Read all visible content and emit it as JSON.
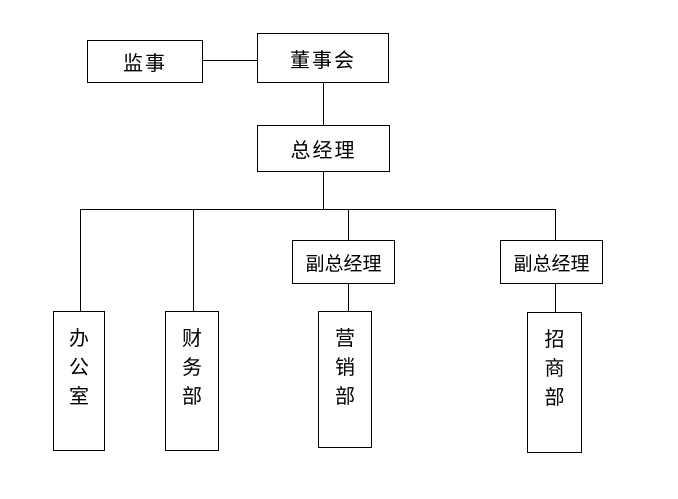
{
  "diagram": {
    "type": "org-chart",
    "colors": {
      "line": "#000000",
      "background": "#ffffff",
      "text": "#000000"
    },
    "nodes": {
      "supervisor": {
        "label": "监事"
      },
      "board": {
        "label": "董事会"
      },
      "general_manager": {
        "label": "总经理"
      },
      "deputy_gm_1": {
        "label": "副总经理"
      },
      "deputy_gm_2": {
        "label": "副总经理"
      },
      "office": {
        "label": "办公室"
      },
      "finance": {
        "label": "财务部"
      },
      "marketing": {
        "label": "营销部"
      },
      "investment": {
        "label": "招商部"
      }
    },
    "edges": [
      {
        "from": "supervisor",
        "to": "board"
      },
      {
        "from": "board",
        "to": "general_manager"
      },
      {
        "from": "general_manager",
        "to": "office"
      },
      {
        "from": "general_manager",
        "to": "finance"
      },
      {
        "from": "general_manager",
        "to": "deputy_gm_1"
      },
      {
        "from": "general_manager",
        "to": "deputy_gm_2"
      },
      {
        "from": "deputy_gm_1",
        "to": "marketing"
      },
      {
        "from": "deputy_gm_2",
        "to": "investment"
      }
    ]
  }
}
